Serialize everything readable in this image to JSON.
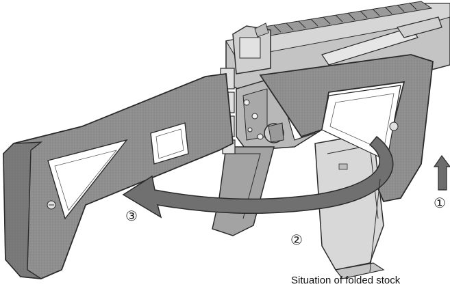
{
  "diagram": {
    "steps": [
      {
        "marker": "①"
      },
      {
        "marker": "②"
      },
      {
        "marker": "③"
      }
    ],
    "caption": "Situation of folded stock",
    "colors": {
      "line": "#2a2a2a",
      "stock_fill": "#8f8f8f",
      "receiver_fill": "#bdbdbd",
      "arrow_fill": "#6d6d6d",
      "magazine_fill": "#d8d8d8",
      "background": "#ffffff"
    }
  }
}
